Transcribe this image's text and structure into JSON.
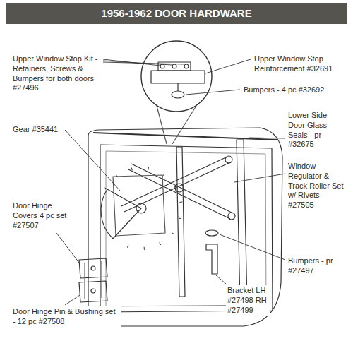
{
  "diagram": {
    "title": "1956-1962 DOOR HARDWARE",
    "labels": [
      "Upper Window Stop Kit - Retainers, Screws & Bumpers for both doors #27496",
      "Upper Window Stop Reinforcement #32691",
      "Bumpers - 4 pc #32692",
      "Lower Side Door Glass Seals - pr #32675",
      "Gear #35441",
      "Window Regulator & Track Roller Set w/ Rivets #27505",
      "Door Hinge Covers 4 pc set #27507",
      "Bumpers - pr #27497",
      "Door Hinge Pin & Bushing set - 12 pc #27508",
      "Bracket LH #27498 RH #27499"
    ]
  }
}
